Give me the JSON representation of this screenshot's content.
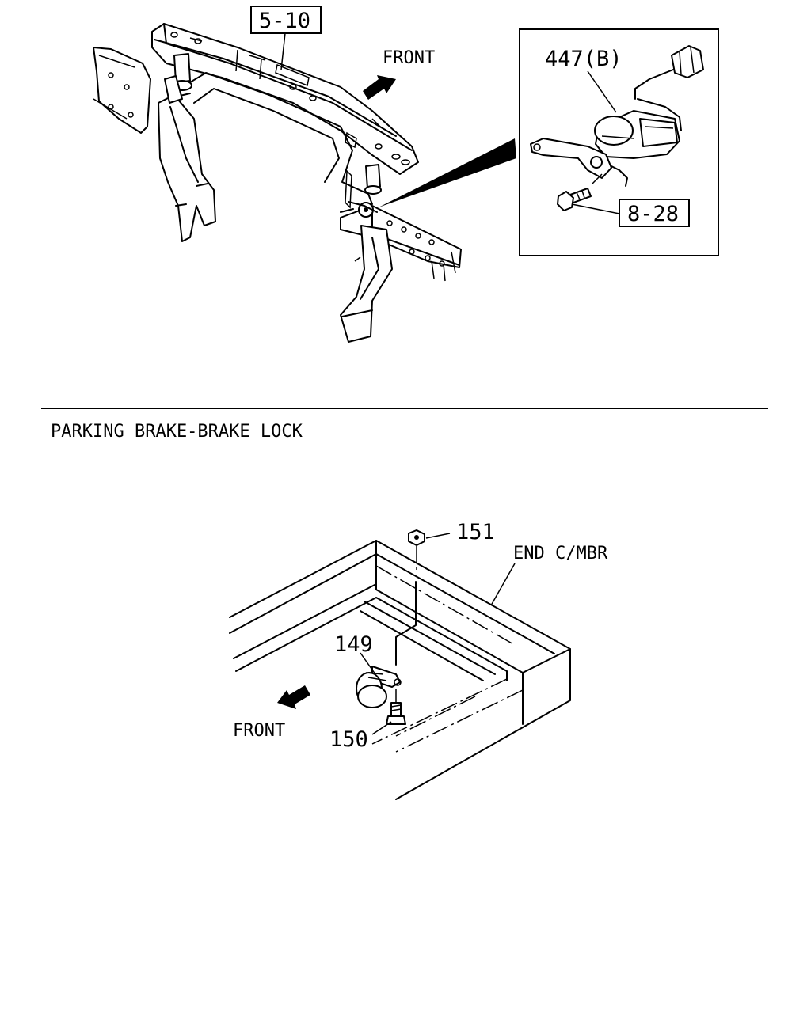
{
  "top": {
    "ref_5_10": "5-10",
    "front": "FRONT",
    "inset": {
      "part_447b": "447(B)",
      "ref_8_28": "8-28"
    }
  },
  "section_title": "PARKING BRAKE-BRAKE LOCK",
  "bottom": {
    "part_151": "151",
    "end_cmbr": "END C/MBR",
    "part_149": "149",
    "front": "FRONT",
    "part_150": "150"
  }
}
